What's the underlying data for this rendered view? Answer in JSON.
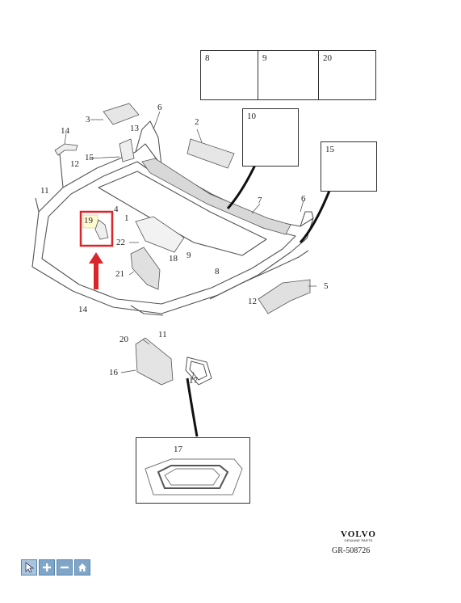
{
  "callouts": {
    "c6a": "6",
    "c3": "3",
    "c13": "13",
    "c2": "2",
    "c14a": "14",
    "c15a": "15",
    "c12a": "12",
    "c11a": "11",
    "c4": "4",
    "c1": "1",
    "c7": "7",
    "c6b": "6",
    "c22": "22",
    "c9": "9",
    "c18": "18",
    "c8": "8",
    "c21": "21",
    "c5": "5",
    "c12b": "12",
    "c14b": "14",
    "c20": "20",
    "c11b": "11",
    "c16": "16",
    "c17": "17"
  },
  "detail_boxes": {
    "b8": "8",
    "b9": "9",
    "b20": "20",
    "b10": "10",
    "b15": "15",
    "b19": "19",
    "b17": "17"
  },
  "brand": {
    "logo": "VOLVO",
    "tagline": "GENUINE PARTS"
  },
  "reference_code": "GR-508726",
  "toolbar": {
    "icons": [
      "cursor-icon",
      "zoom-in-icon",
      "zoom-out-icon",
      "home-icon"
    ]
  },
  "colors": {
    "highlight": "#d9262b",
    "toolbar": "#7fa6c9"
  }
}
